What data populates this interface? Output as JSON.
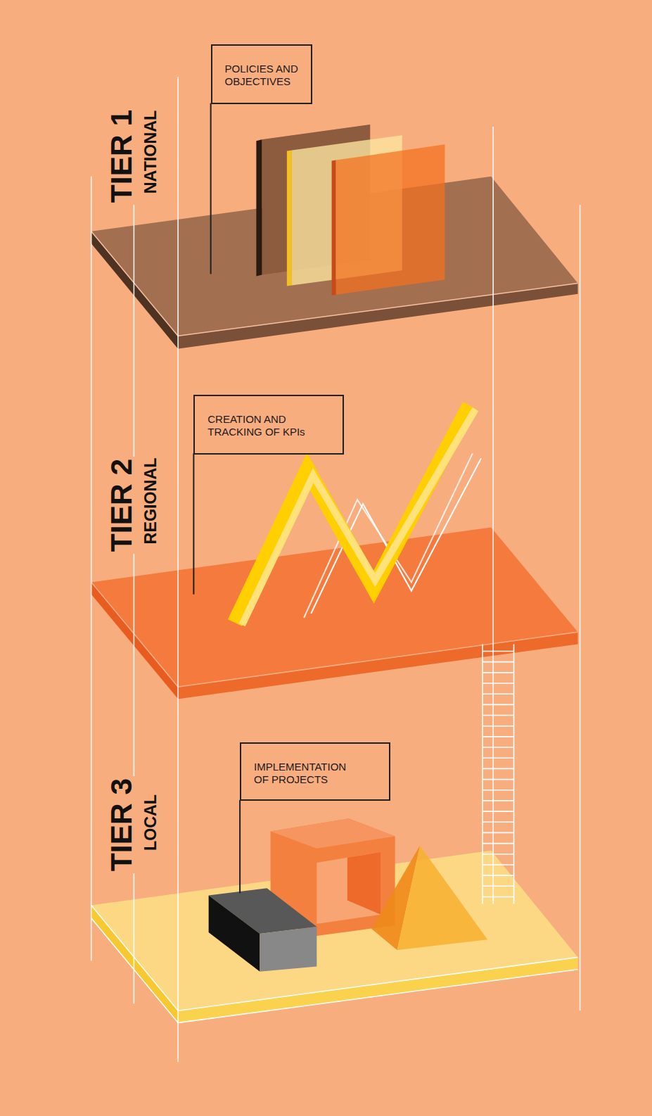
{
  "diagram": {
    "nodes": [
      {
        "text": [
          "POLICIES AND OBJECTIVES"
        ]
      },
      {
        "text": [
          "CREATION AND TRACKING OF KPIs"
        ]
      },
      {
        "text": [
          "IMPLEMENTATION OF PROJECTS"
        ]
      }
    ],
    "labels": [
      "TIER 1",
      "NATIONAL",
      "TIER 2",
      "REGIONAL",
      "TIER 3",
      "LOCAL"
    ]
  }
}
